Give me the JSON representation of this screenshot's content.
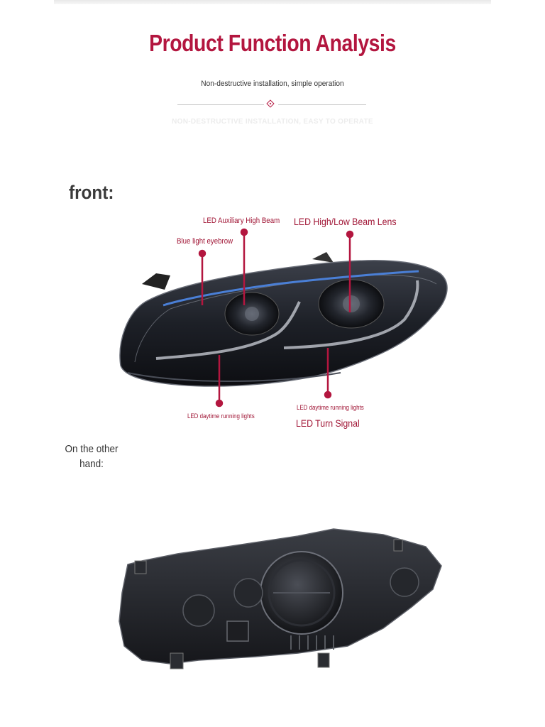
{
  "header": {
    "title": "Product Function Analysis",
    "subtitle": "Non-destructive installation, simple operation",
    "subtitle_en": "NON-DESTRUCTIVE INSTALLATION, EASY TO OPERATE"
  },
  "sections": {
    "front_label": "front:",
    "other_label_line1": "On the other",
    "other_label_line2": "hand:"
  },
  "callouts": {
    "aux_high_beam": "LED Auxiliary High Beam",
    "high_low_lens": "LED High/Low Beam Lens",
    "blue_eyebrow": "Blue light eyebrow",
    "drl_left": "LED daytime running lights",
    "drl_right": "LED daytime running lights",
    "turn_signal": "LED Turn Signal"
  },
  "colors": {
    "accent": "#b3163f",
    "callout": "#a01535",
    "blue_eyebrow": "#4a7fd6"
  }
}
